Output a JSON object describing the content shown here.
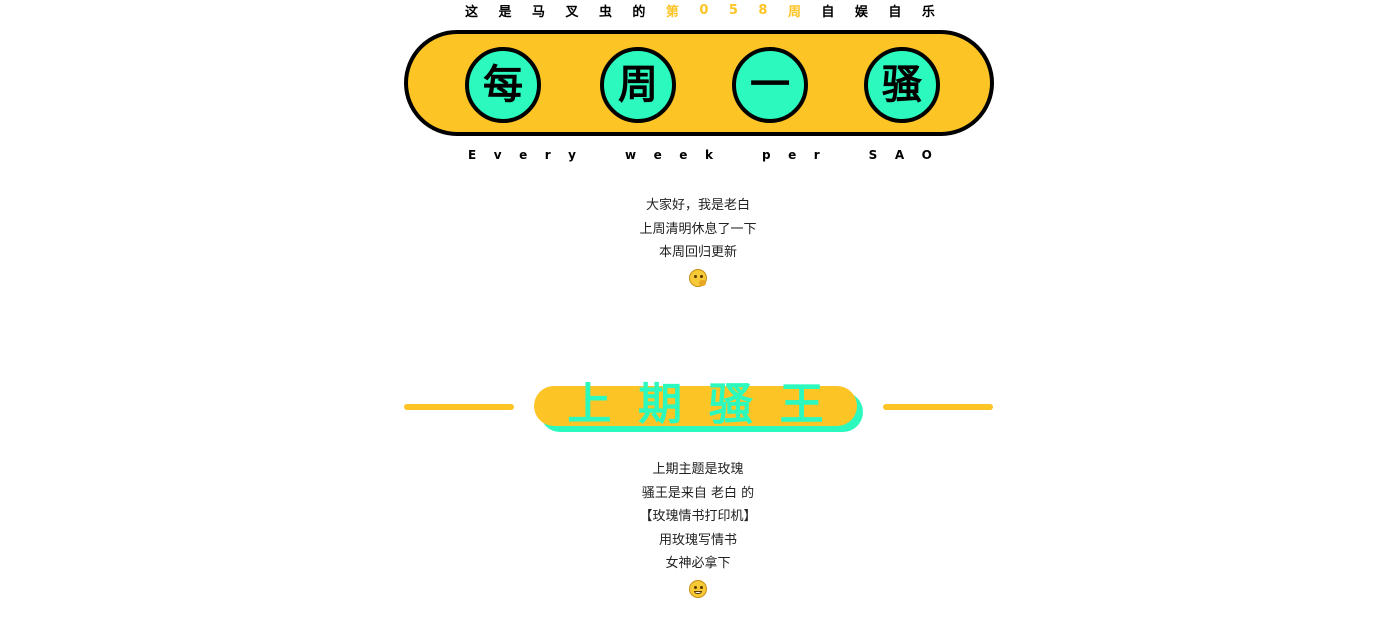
{
  "header": {
    "tagline_chars": [
      "这",
      "是",
      "马",
      "叉",
      "虫",
      "的",
      "第",
      "0",
      "5",
      "8",
      "周",
      "自",
      "娱",
      "自",
      "乐"
    ],
    "tagline_highlight_from": 6,
    "tagline_highlight_to": 10,
    "title_chars": [
      "每",
      "周",
      "一",
      "骚"
    ],
    "subtitle_words": [
      [
        "E",
        "v",
        "e",
        "r",
        "y"
      ],
      [
        "w",
        "e",
        "e",
        "k"
      ],
      [
        "p",
        "e",
        "r"
      ],
      [
        "S",
        "A",
        "O"
      ]
    ]
  },
  "intro": {
    "lines": [
      "大家好，我是老白",
      "上周清明休息了一下",
      "本周回归更新"
    ],
    "emoji": "thinking-face-emoji"
  },
  "section": {
    "title_chars": [
      "上",
      "期",
      "骚",
      "王"
    ]
  },
  "recap": {
    "lines": [
      "上期主题是玫瑰",
      "骚王是来自 老白 的",
      "【玫瑰情书打印机】",
      "用玫瑰写情书",
      "女神必拿下"
    ],
    "emoji": "grinning-face-emoji"
  },
  "colors": {
    "accent_yellow": "#FDC426",
    "accent_green": "#2CF9BE",
    "outline": "#000000"
  }
}
